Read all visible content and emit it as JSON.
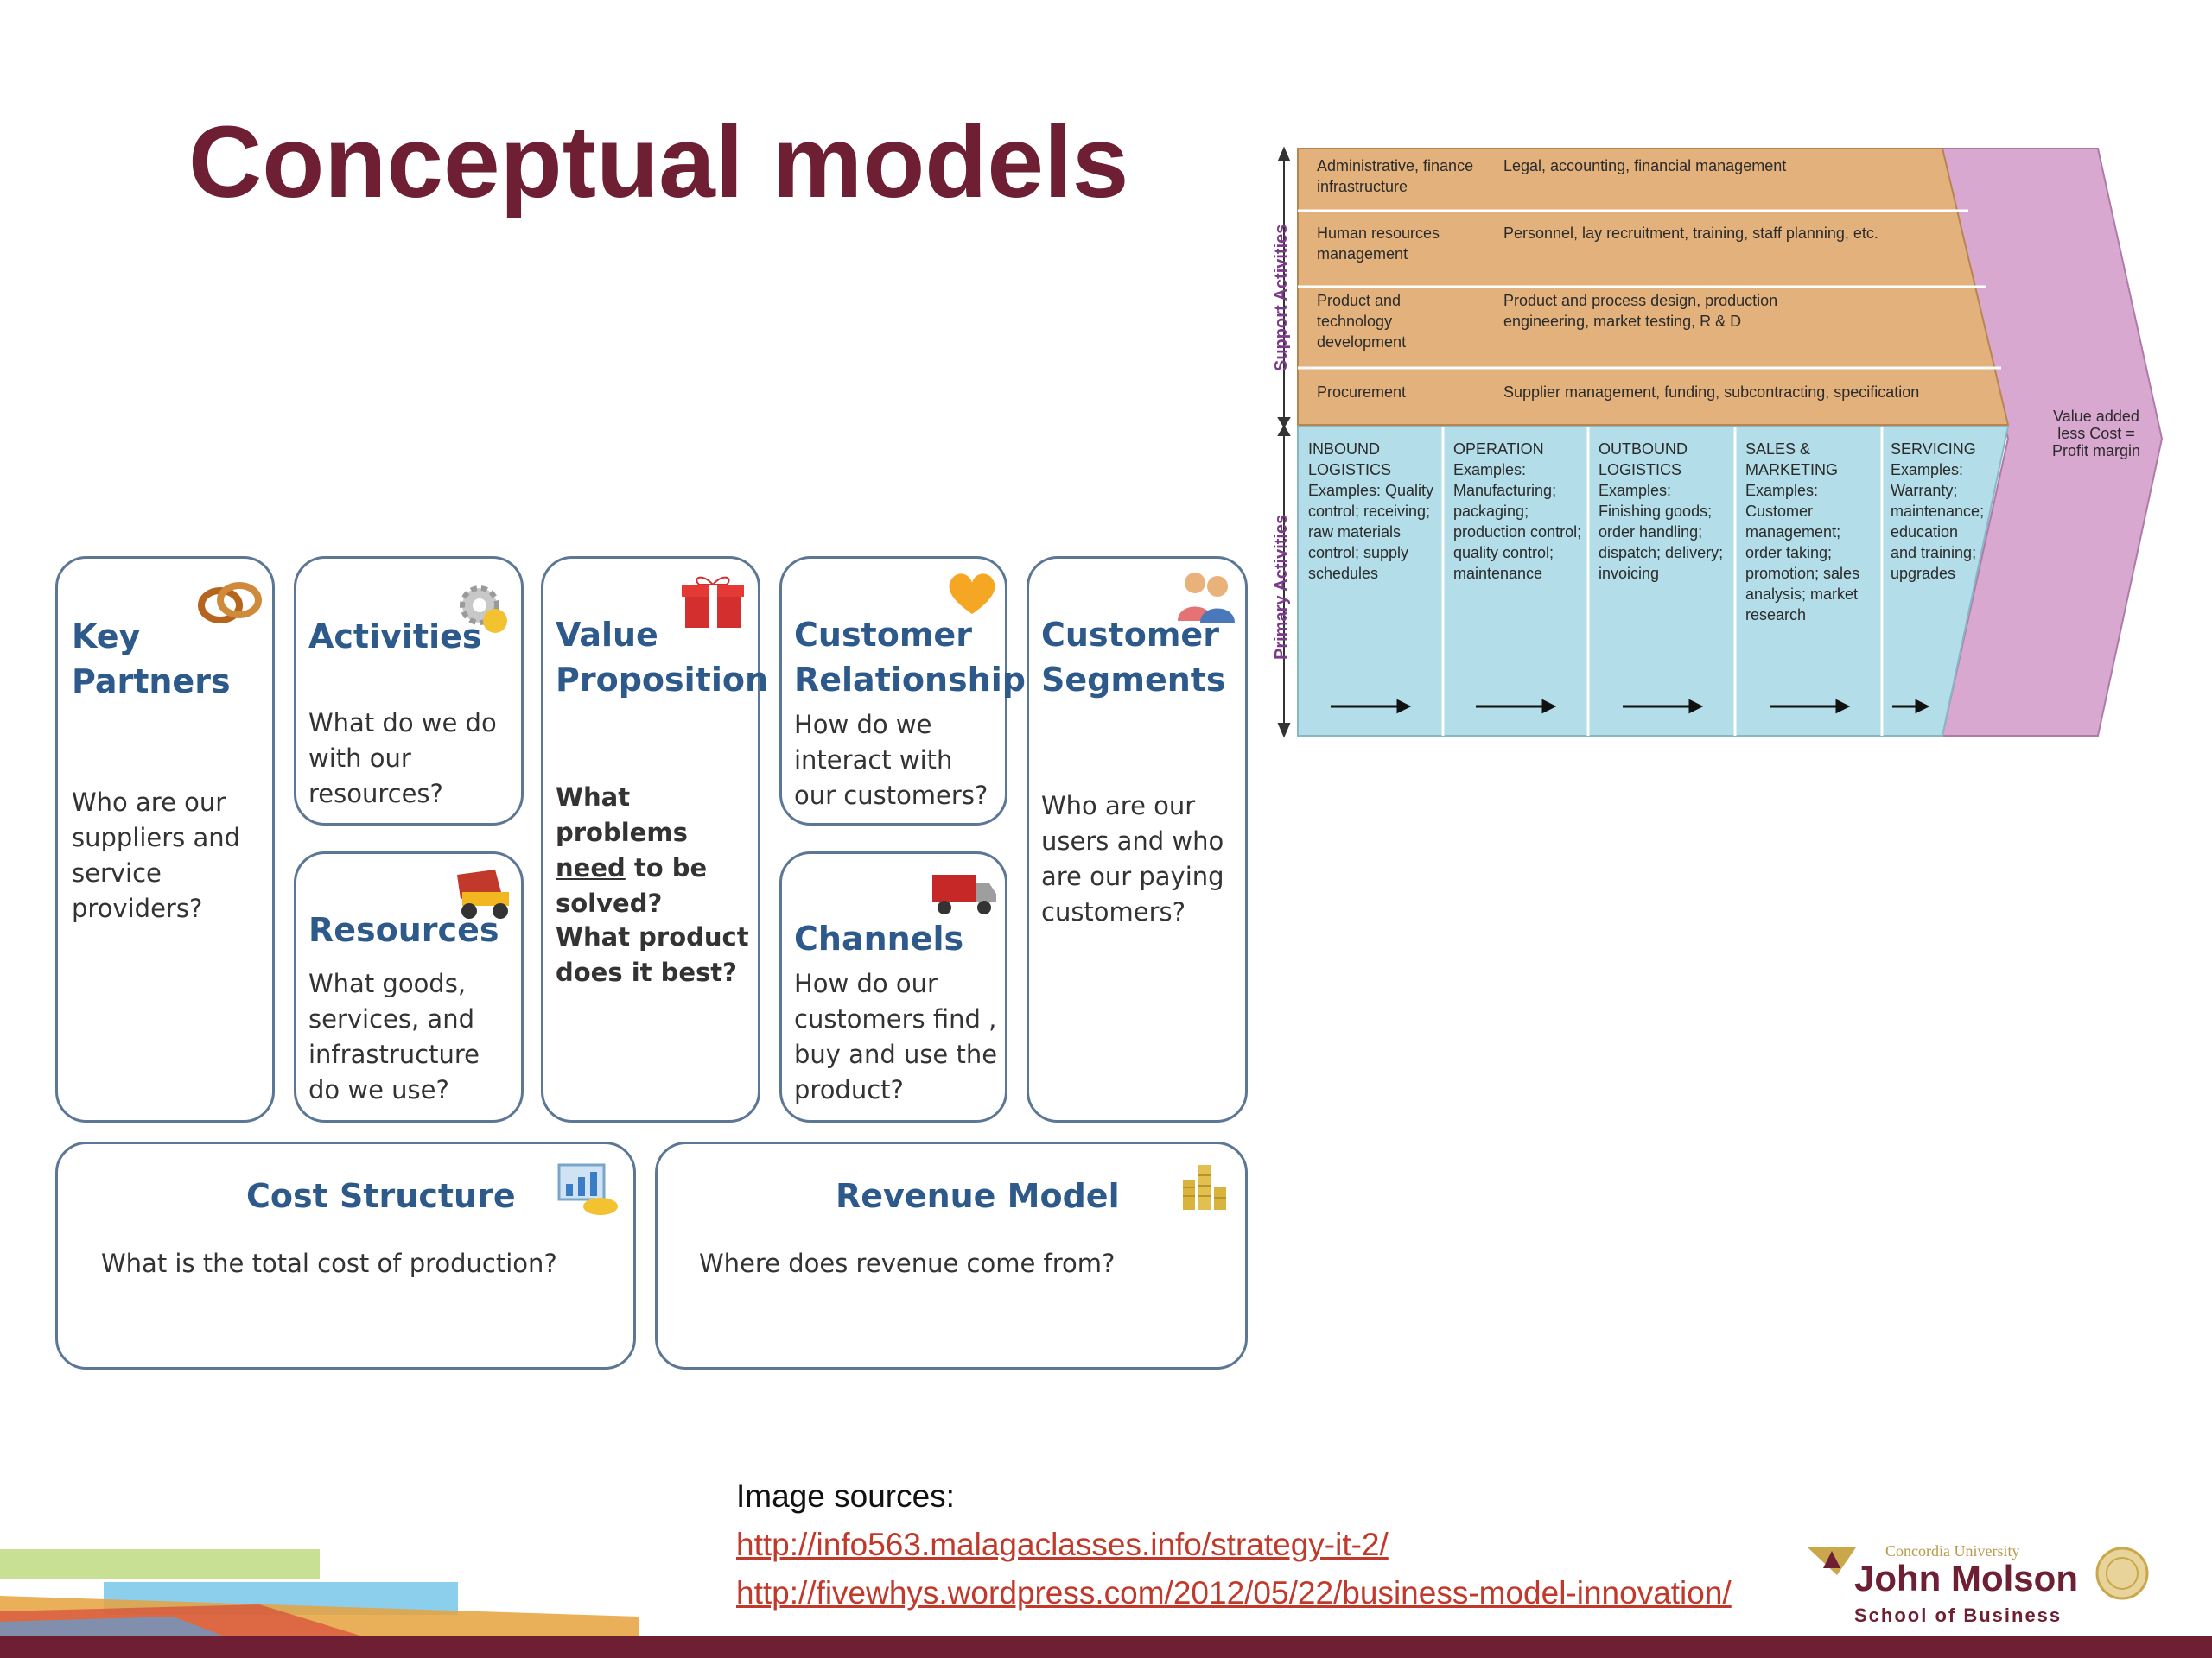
{
  "slide": {
    "title": "Conceptual models"
  },
  "canvas": {
    "key_partners": {
      "title_line1": "Key",
      "title_line2": "Partners",
      "question": "Who are our suppliers and service providers?"
    },
    "activities": {
      "title": "Activities",
      "question": "What do we do with our resources?"
    },
    "resources": {
      "title": "Resources",
      "question": "What goods, services, and infrastructure do we use?"
    },
    "value_proposition": {
      "title_line1": "Value",
      "title_line2": "Proposition",
      "q1_part1": "What problems ",
      "q1_underlined": "need",
      "q1_part2": " to be solved?",
      "q2": "What product does it best?"
    },
    "customer_relationships": {
      "title_line1": "Customer",
      "title_line2": "Relationships",
      "question": "How do we interact with our customers?"
    },
    "channels": {
      "title": "Channels",
      "question": "How do our customers find , buy and use the product?"
    },
    "customer_segments": {
      "title_line1": "Customer",
      "title_line2": "Segments",
      "question": "Who are our users and who are our paying customers?"
    },
    "cost_structure": {
      "title": "Cost Structure",
      "question": "What is the total cost of production?"
    },
    "revenue_model": {
      "title": "Revenue Model",
      "question": "Where does  revenue come from?"
    }
  },
  "value_chain": {
    "support_label": "Support Activities",
    "primary_label": "Primary Activities",
    "margin_text": "Value added less Cost = Profit margin",
    "support_rows": [
      {
        "name": "Administrative, finance infrastructure",
        "desc": "Legal, accounting, financial management"
      },
      {
        "name": "Human resources management",
        "desc": "Personnel, lay recruitment, training, staff planning, etc."
      },
      {
        "name": "Product and technology development",
        "desc": "Product and process design, production engineering, market testing, R & D"
      },
      {
        "name": "Procurement",
        "desc": "Supplier management, funding, subcontracting, specification"
      }
    ],
    "primary_cols": [
      {
        "name": "INBOUND LOGISTICS",
        "desc": "Examples: Quality control; receiving; raw materials control; supply schedules"
      },
      {
        "name": "OPERATION",
        "desc": "Examples: Manufacturing; packaging; production control; quality control; maintenance"
      },
      {
        "name": "OUTBOUND LOGISTICS",
        "desc": "Examples: Finishing goods; order handling; dispatch; delivery; invoicing"
      },
      {
        "name": "SALES & MARKETING",
        "desc": "Examples: Customer management; order taking; promotion; sales analysis; market research"
      },
      {
        "name": "SERVICING",
        "desc": "Examples: Warranty; maintenance; education and training; upgrades"
      }
    ]
  },
  "sources": {
    "label": "Image sources:",
    "link1": "http://info563.malagaclasses.info/strategy-it-2/",
    "link2": "http://fivewhys.wordpress.com/2012/05/22/business-model-innovation/"
  },
  "logo": {
    "small": "Concordia University",
    "name": "John Molson",
    "school": "School of Business"
  }
}
